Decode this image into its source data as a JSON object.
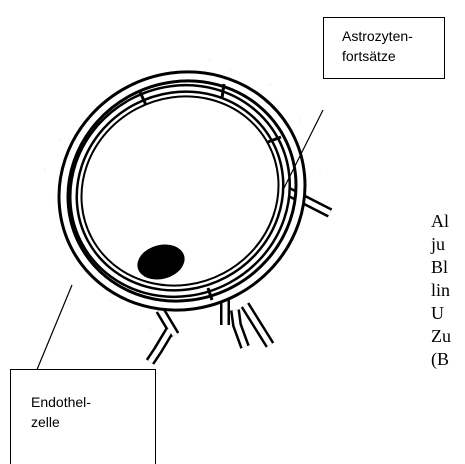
{
  "labels": {
    "astrocyte": [
      "Astrozyten-",
      "fortsätze"
    ],
    "endothelial": [
      "Endothel-",
      "zelle"
    ]
  },
  "side_text": [
    "Al",
    "ju",
    "Bl",
    "lin",
    "U",
    "Zu",
    "(B"
  ],
  "colors": {
    "ink": "#000000",
    "background": "#ffffff"
  }
}
